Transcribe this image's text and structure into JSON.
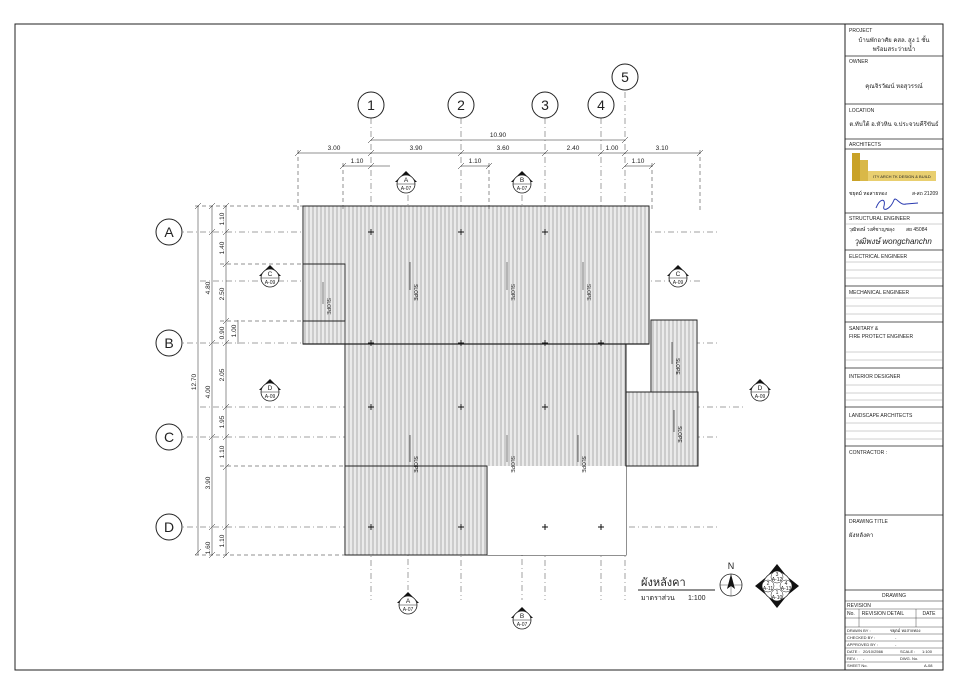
{
  "title_block": {
    "project_label": "PROJECT",
    "project_name_line1": "บ้านพักอาศัย คสล. สูง 1 ชั้น",
    "project_name_line2": "พร้อมสระว่ายน้ำ",
    "owner_label": "OWNER",
    "owner_name": "คุณจิรวัฒน์ หอสุวรรณ์",
    "location_label": "LOCATION",
    "location_value": "ต.ทับใต้ อ.หัวหิน จ.ประจวบคีรีขันธ์",
    "architects_label": "ARCHITECTS",
    "firm_name": "ITY ARCH TK DESIGN & BUILD",
    "architect_name": "ชยุตม์ หอสายทอง",
    "architect_license": "ส-สถ 21209",
    "structural_label": "STRUCTURAL ENGINEER",
    "structural_name": "วุฒิพงษ์ วงศ์ชาญชลุง",
    "structural_license": "สย 45084",
    "structural_signature": "วุฒิพงษ์ wongchanchn",
    "electrical_label": "ELECTRICAL ENGINEER",
    "mechanical_label": "MECHANICAL ENGINEER",
    "sanitary_label_line1": "SANITARY &",
    "sanitary_label_line2": "FIRE PROTECT ENGINEER",
    "interior_label": "INTERIOR DESIGNER",
    "landscape_label": "LANDSCAPE ARCHITECTS",
    "contractor_label": "CONTRACTOR :",
    "drawing_title_label": "DRAWING TITLE",
    "drawing_title_value": "ผังหลังคา",
    "drawing_label": "DRAWING",
    "revision_label": "REVISION",
    "rev_no_label": "No.",
    "rev_detail_label": "REVISION DETAIL",
    "rev_date_label": "DATE",
    "drawn_by_label": "DRAWN BY :",
    "drawn_by_value": "ชยุตม์ หอสายทอง",
    "checked_by_label": "CHECKED BY :",
    "checked_by_value": "-",
    "approved_by_label": "APPROVED BY :",
    "approved_by_value": "-",
    "date_label": "DATE :",
    "date_value": "20/10/2566",
    "scale_label": "SCALE :",
    "scale_value": "1:100",
    "rev_label": "REV. :",
    "rev_value": "-",
    "dwg_no_label": "DWG. No.",
    "sheet_no_label": "SHEET No.",
    "sheet_no_value": "A-08"
  },
  "drawing": {
    "grid_columns": [
      "1",
      "2",
      "3",
      "4",
      "5"
    ],
    "grid_rows": [
      "A",
      "B",
      "C",
      "D"
    ],
    "top_dims_total": "10.90",
    "top_dims": [
      "3.00",
      "3.90",
      "3.60",
      "2.40",
      "1.00",
      "3.10"
    ],
    "top_small_dims": [
      "1.10",
      "1.10",
      "1.10"
    ],
    "left_dims_total": "12.70",
    "left_dims_mid": [
      "4.80",
      "4.00",
      "3.90"
    ],
    "left_dims_inner": [
      "1.10",
      "1.40",
      "2.50",
      "0.90",
      "2.05",
      "1.95",
      "1.10",
      "1.10"
    ],
    "left_extra_dims": [
      "1.00",
      "1.60"
    ],
    "slope_label": "SLOPE",
    "section_markers": [
      {
        "letter": "A",
        "ref": "A-07"
      },
      {
        "letter": "B",
        "ref": "A-07"
      },
      {
        "letter": "C",
        "ref": "A-09"
      },
      {
        "letter": "C",
        "ref": "A-09"
      },
      {
        "letter": "D",
        "ref": "A-09"
      },
      {
        "letter": "D",
        "ref": "A-09"
      },
      {
        "letter": "A",
        "ref": "A-07"
      },
      {
        "letter": "B",
        "ref": "A-07"
      }
    ],
    "plan_title": "ผังหลังคา",
    "plan_scale_label": "มาตราส่วน",
    "plan_scale_value": "1:100",
    "north_label": "N",
    "key_marker": {
      "top": "3",
      "top_ref": "A-12",
      "left": "2",
      "left_ref": "A-11",
      "right": "4",
      "right_ref": "A-13",
      "bottom": "1",
      "bottom_ref": "A-10"
    }
  }
}
